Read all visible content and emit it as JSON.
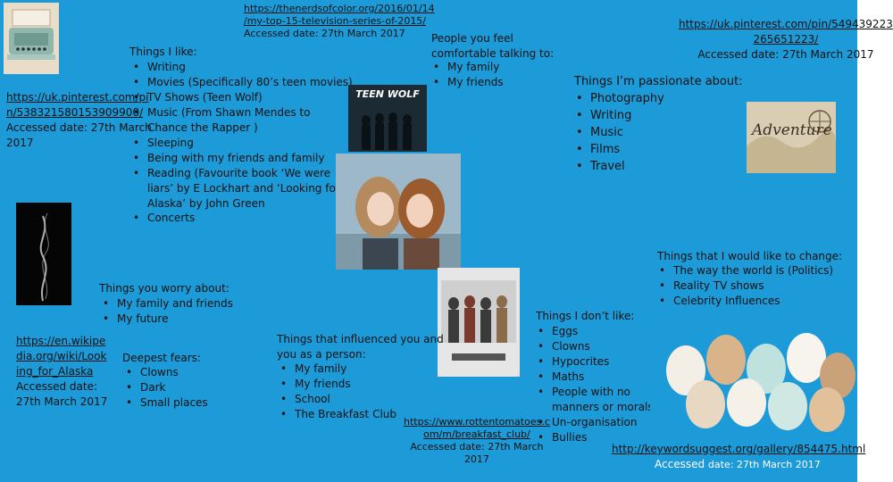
{
  "top_source": {
    "url_lines": [
      "https://thenerdsofcolor.org/2016/01/14",
      "/my-top-15-television-series-of-2015/"
    ],
    "accessed": "Accessed date: 27th March 2017"
  },
  "pinterest_left": {
    "url_lines": [
      "https://uk.pinterest.com/pi",
      "n/538321580153909900/"
    ],
    "accessed_lines": [
      "Accessed date: 27th March",
      "2017"
    ]
  },
  "pinterest_right": {
    "url_lines": [
      "https://uk.pinterest.com/pin/549439223",
      "265651223/"
    ],
    "accessed": "Accessed date: 27th March 2017"
  },
  "things_i_like": {
    "heading": "Things I like:",
    "items": [
      "Writing",
      "Movies (Specifically 80’s teen movies)",
      "TV Shows (Teen Wolf)",
      "Music (From Shawn Mendes to",
      "Sleeping",
      "Being with my friends and family",
      "Reading (Favourite book ‘We were",
      "Concerts"
    ],
    "music_continuation": "Chance the Rapper  )",
    "reading_continuation": [
      "liars’ by E Lockhart and ‘Looking for",
      "Alaska’ by John Green"
    ]
  },
  "comfortable": {
    "heading_lines": [
      "People you feel",
      "comfortable talking to:"
    ],
    "items": [
      "My family",
      "My friends"
    ]
  },
  "passionate": {
    "heading": "Things I’m passionate about:",
    "items": [
      "Photography",
      "Writing",
      "Music",
      "Films",
      "Travel"
    ]
  },
  "teen_wolf_logo": "TEEN WOLF",
  "adventure_logo": "Adventure",
  "worry": {
    "heading": "Things you worry about:",
    "items": [
      "My family and friends",
      "My future"
    ]
  },
  "wiki_source": {
    "url_lines": [
      "https://en.wikipe",
      "dia.org/wiki/Look",
      "ing_for_Alaska"
    ],
    "accessed_lines": [
      "Accessed date:",
      "27th March 2017"
    ]
  },
  "fears": {
    "heading": "Deepest fears:",
    "items": [
      "Clowns",
      "Dark",
      "Small places"
    ]
  },
  "influenced": {
    "heading_lines": [
      "Things that influenced you and",
      "you as a person:"
    ],
    "items": [
      "My family",
      "My friends",
      "School",
      "The Breakfast Club"
    ]
  },
  "tomatoes_source": {
    "url_lines": [
      "https://www.rottentomatoes.c",
      "om/m/breakfast_club/"
    ],
    "accessed_lines": [
      "Accessed date: 27th March",
      "2017"
    ]
  },
  "dont_like": {
    "heading": "Things I don’t like:",
    "items": [
      "Eggs",
      "Clowns",
      "Hypocrites",
      "Maths",
      "People with no",
      "Un-organisation",
      "Bullies"
    ],
    "people_continuation": "manners or morals"
  },
  "change": {
    "heading": "Things that I would like to change:",
    "items": [
      "The way the world is (Politics)",
      "Reality TV shows",
      "Celebrity Influences"
    ]
  },
  "keywords_source": {
    "url": "http://keywordsuggest.org/gallery/854475.html",
    "accessed_prefix": "Accessed ",
    "accessed_rest": "date: 27th March 2017"
  },
  "colors": {
    "background": "#1d9ad8",
    "text": "#111111",
    "light_text": "#ffffff"
  }
}
